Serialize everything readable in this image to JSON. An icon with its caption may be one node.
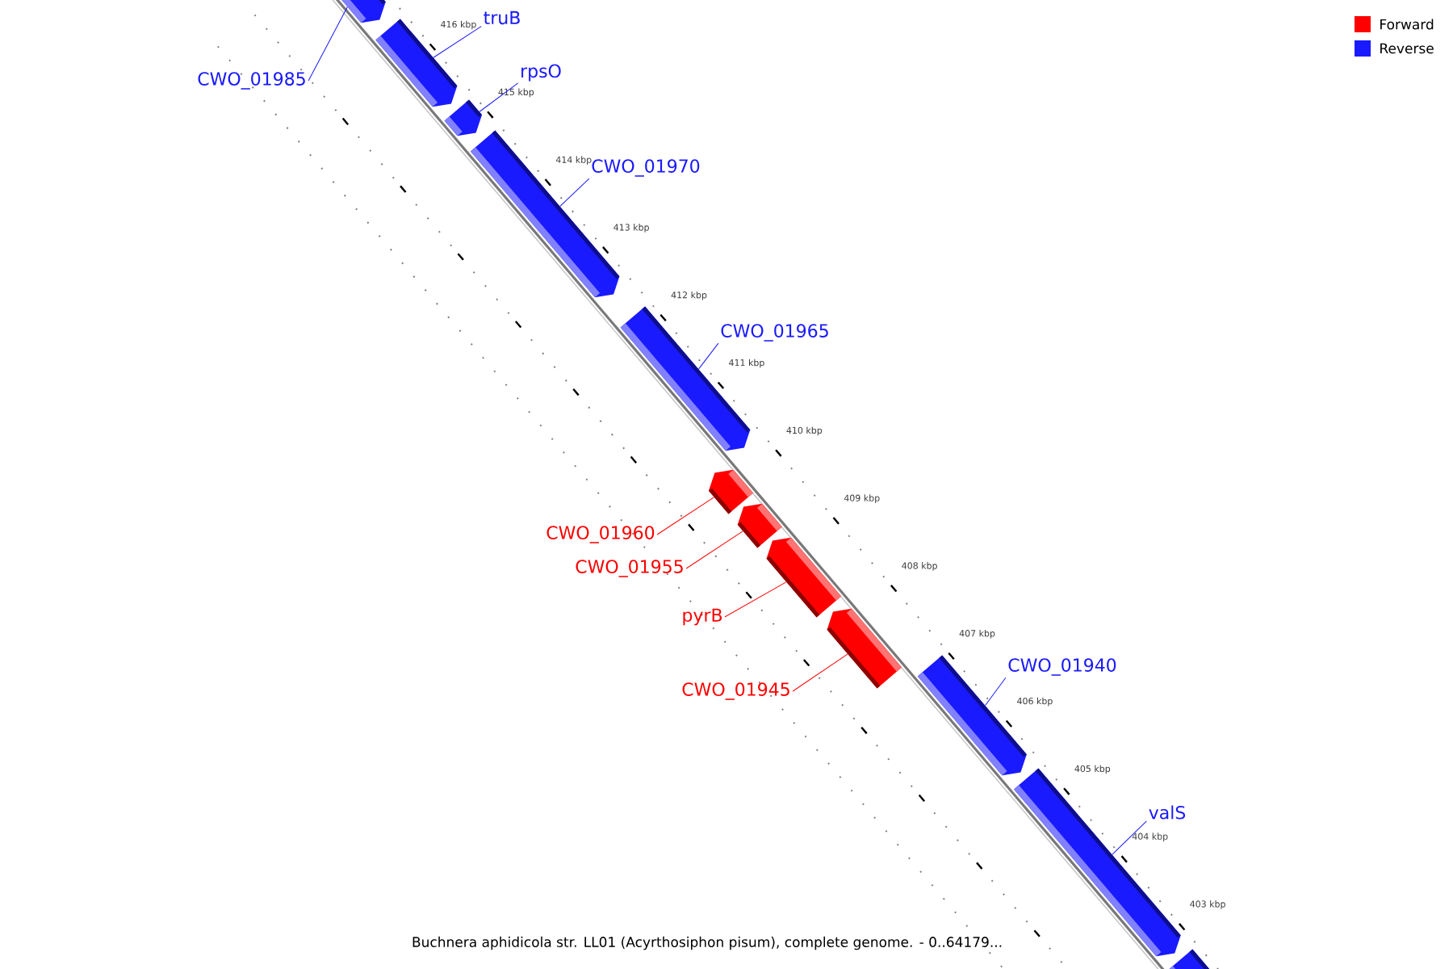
{
  "diagram": {
    "caption": "Buchnera aphidicola str. LL01 (Acyrthosiphon pisum), complete genome. - 0..64179...",
    "nodes": [
      {
        "text": [],
        "shape": "bar"
      },
      {
        "text": [
          "truB"
        ]
      },
      {
        "text": [],
        "shape": "bar"
      },
      {
        "text": [
          "CWO_01985"
        ]
      },
      {
        "text": [
          "rpsO"
        ]
      },
      {
        "text": [],
        "shape": "bar"
      },
      {
        "text": [
          "CWO_01970"
        ]
      },
      {
        "text": [],
        "shape": "bar"
      },
      {
        "text": [
          "CWO_01965"
        ]
      },
      {
        "text": [],
        "shape": "bar"
      },
      {
        "text": [],
        "shape": "bar"
      },
      {
        "text": [
          "CWO_01960"
        ]
      },
      {
        "text": [],
        "shape": "bar"
      },
      {
        "text": [
          "CWO_01955"
        ]
      },
      {
        "text": [],
        "shape": "bar"
      },
      {
        "text": [
          "pyrB"
        ]
      },
      {
        "text": [],
        "shape": "bar"
      },
      {
        "text": [
          "CWO_01945"
        ]
      },
      {
        "text": [],
        "shape": "bar"
      },
      {
        "text": [
          "CWO_01940"
        ]
      },
      {
        "text": [],
        "shape": "bar"
      },
      {
        "text": [
          "valS"
        ]
      },
      {
        "text": [],
        "shape": "bar"
      }
    ],
    "edges": [
      {
        "from": 3,
        "to": 0,
        "arrow": "none"
      },
      {
        "from": 1,
        "to": 2,
        "arrow": "none"
      },
      {
        "from": 4,
        "to": 5,
        "arrow": "none"
      },
      {
        "from": 6,
        "to": 7,
        "arrow": "none"
      },
      {
        "from": 8,
        "to": 9,
        "arrow": "none"
      },
      {
        "from": 11,
        "to": 10,
        "arrow": "none",
        "color": "#ff0000"
      },
      {
        "from": 13,
        "to": 12,
        "arrow": "none",
        "color": "#ff0000"
      },
      {
        "from": 15,
        "to": 14,
        "arrow": "none",
        "color": "#ff0000"
      },
      {
        "from": 17,
        "to": 16,
        "arrow": "none",
        "color": "#ff0000"
      },
      {
        "from": 19,
        "to": 18,
        "arrow": "none"
      },
      {
        "from": 21,
        "to": 20,
        "arrow": "none"
      }
    ],
    "labels": [
      "416 kbp",
      "415 kbp",
      "414 kbp",
      "413 kbp",
      "412 kbp",
      "411 kbp",
      "410 kbp",
      "409 kbp",
      "408 kbp",
      "407 kbp",
      "406 kbp",
      "405 kbp",
      "404 kbp",
      "403 kbp"
    ],
    "legend": [
      {
        "text": "Forward",
        "color": "#ff0000"
      },
      {
        "text": "Reverse",
        "color": "#1a1aff"
      }
    ]
  }
}
